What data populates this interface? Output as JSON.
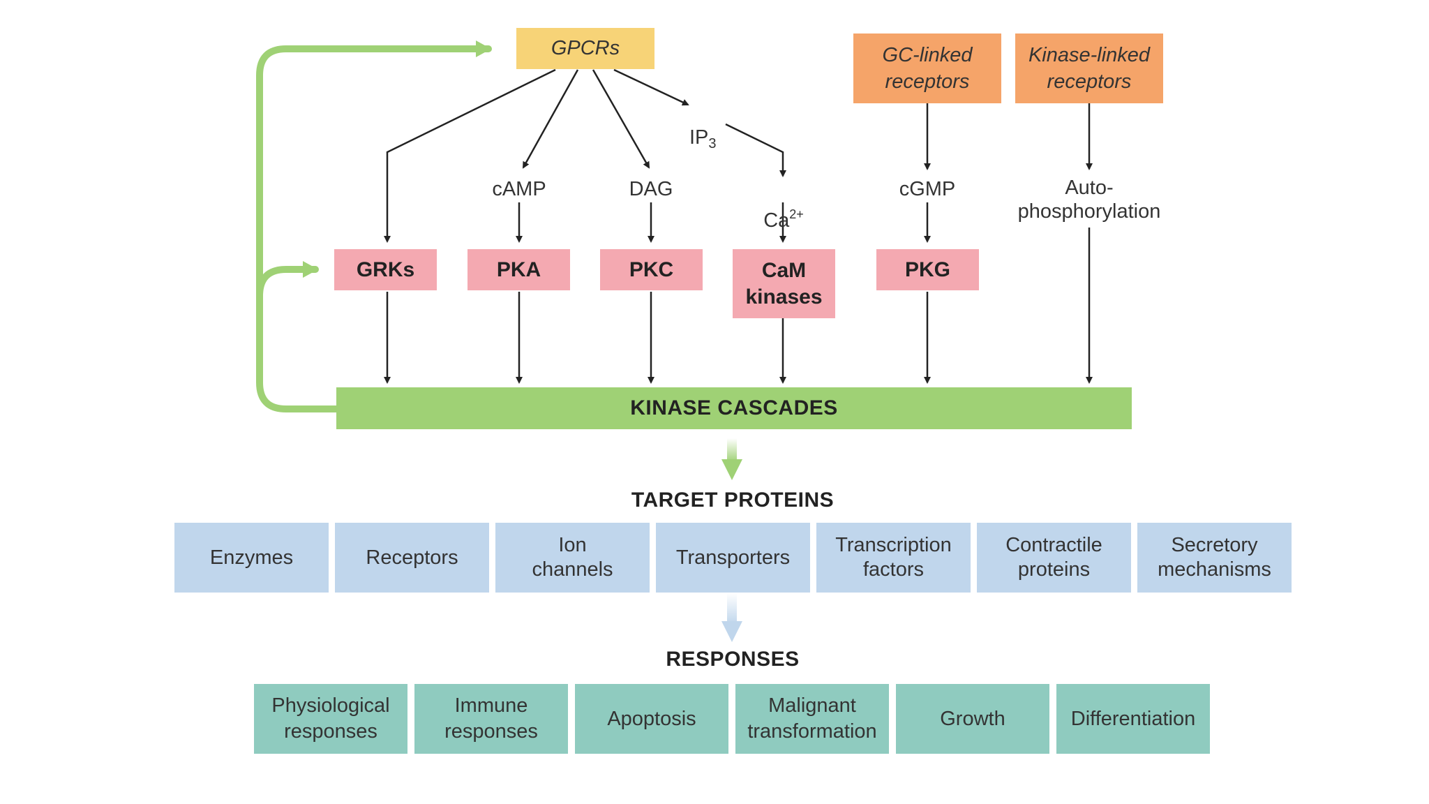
{
  "top": {
    "gpcrs": "GPCRs",
    "gc_linked": "GC-linked\nreceptors",
    "kinase_linked": "Kinase-linked\nreceptors"
  },
  "messengers": {
    "camp": "cAMP",
    "dag": "DAG",
    "ip": "IP",
    "ip_sub": "3",
    "ca": "Ca",
    "ca_sup": "2+",
    "cgmp": "cGMP",
    "autophos": "Auto-\nphosphorylation"
  },
  "kinases": {
    "grks": "GRKs",
    "pka": "PKA",
    "pkc": "PKC",
    "cam": "CaM\nkinases",
    "pkg": "PKG"
  },
  "cascade": "KINASE CASCADES",
  "target_heading": "TARGET PROTEINS",
  "targets": [
    "Enzymes",
    "Receptors",
    "Ion\nchannels",
    "Transporters",
    "Transcription\nfactors",
    "Contractile\nproteins",
    "Secretory\nmechanisms"
  ],
  "responses_heading": "RESPONSES",
  "responses": [
    "Physiological\nresponses",
    "Immune\nresponses",
    "Apoptosis",
    "Malignant\ntransformation",
    "Growth",
    "Differentiation"
  ],
  "colors": {
    "gpcr": "#f7d377",
    "receptor_orange": "#f5a469",
    "kinase_pink": "#f4a9b1",
    "cascade_green": "#9fd175",
    "target_blue": "#c0d6ec",
    "response_teal": "#8fcbbf"
  }
}
